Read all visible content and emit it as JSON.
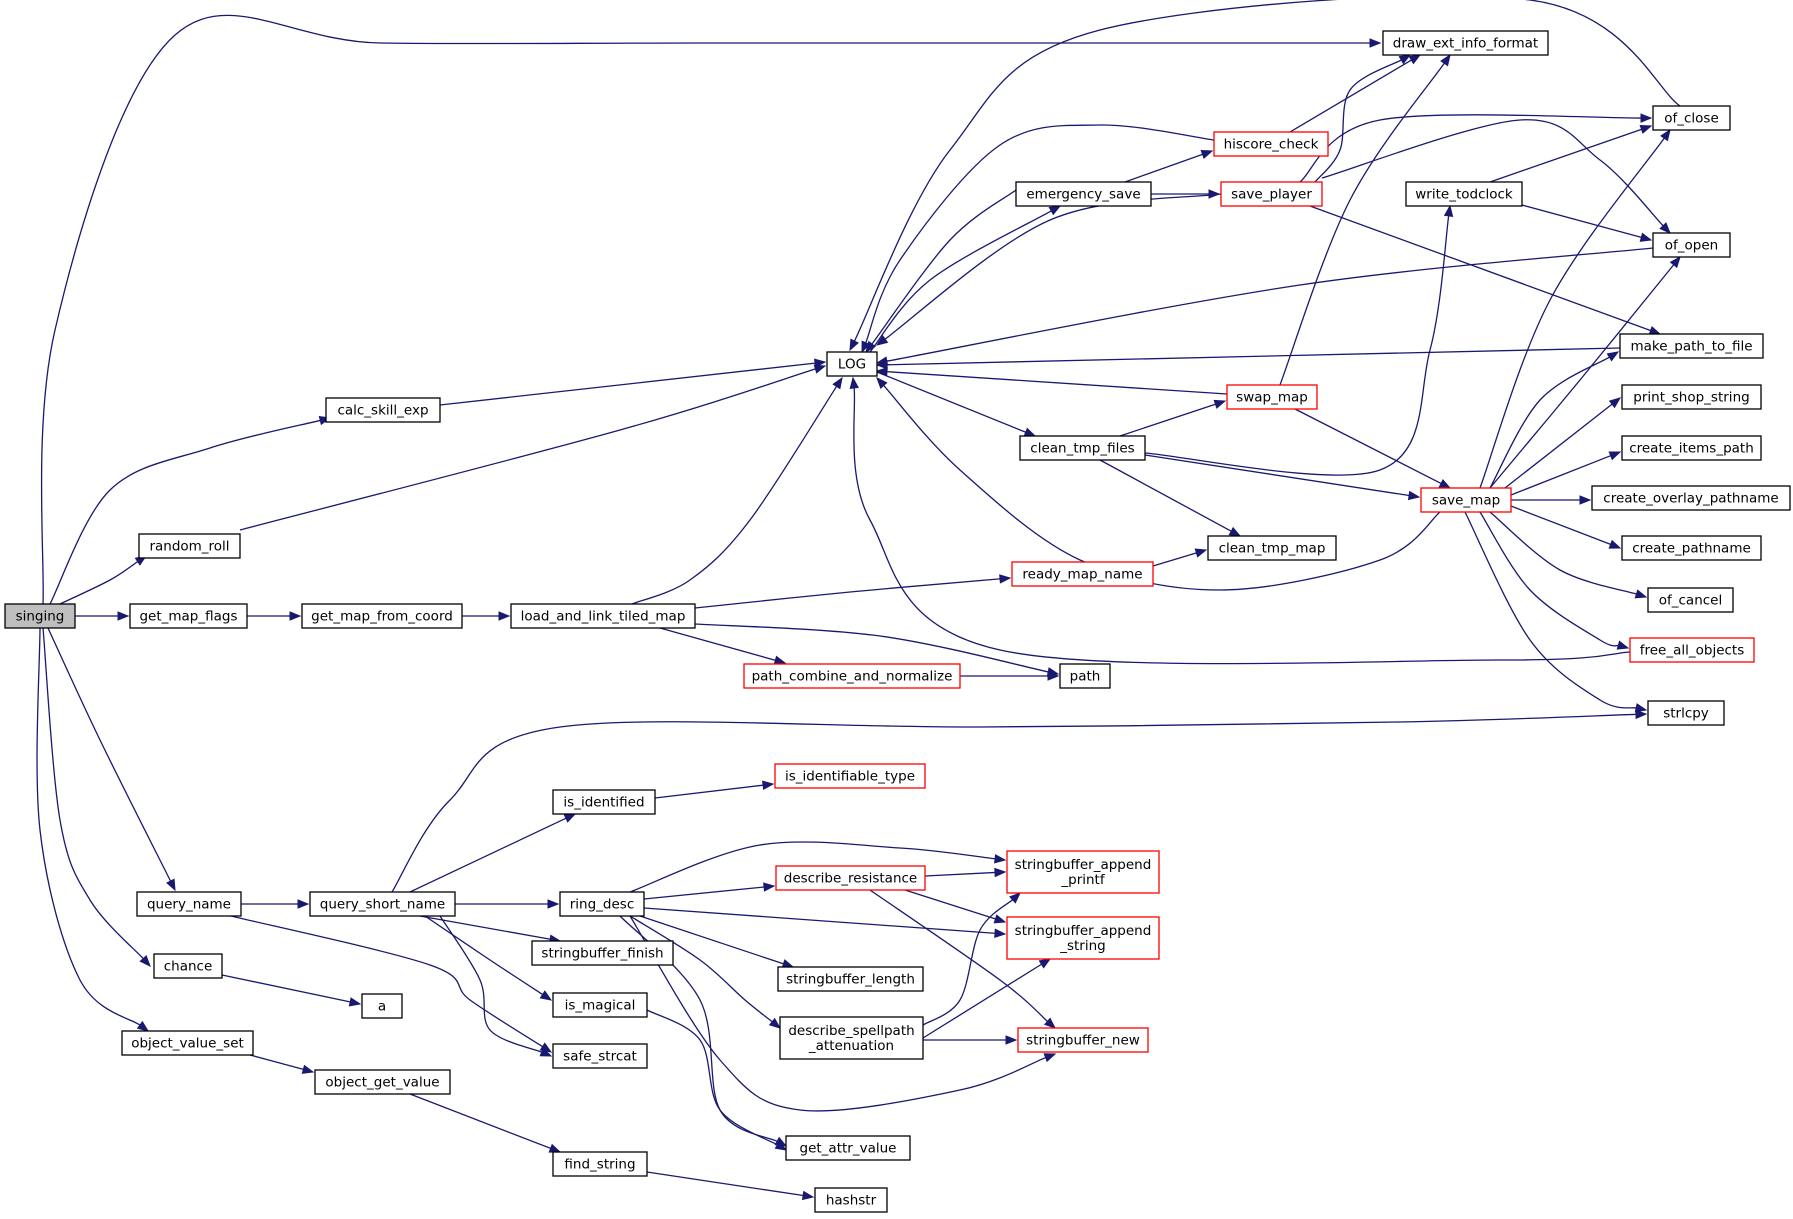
{
  "graph": {
    "colors": {
      "edge": "#191970",
      "node_border": "#000000",
      "highlight_border": "#ff0000",
      "root_fill": "#bfbfbf"
    },
    "nodes": [
      {
        "id": "singing",
        "label": [
          "singing"
        ],
        "style": "root"
      },
      {
        "id": "draw_ext_info_format",
        "label": [
          "draw_ext_info_format"
        ]
      },
      {
        "id": "calc_skill_exp",
        "label": [
          "calc_skill_exp"
        ]
      },
      {
        "id": "random_roll",
        "label": [
          "random_roll"
        ]
      },
      {
        "id": "get_map_flags",
        "label": [
          "get_map_flags"
        ]
      },
      {
        "id": "get_map_from_coord",
        "label": [
          "get_map_from_coord"
        ]
      },
      {
        "id": "load_and_link_tiled_map",
        "label": [
          "load_and_link_tiled_map"
        ]
      },
      {
        "id": "query_name",
        "label": [
          "query_name"
        ]
      },
      {
        "id": "chance",
        "label": [
          "chance"
        ]
      },
      {
        "id": "object_value_set",
        "label": [
          "object_value_set"
        ]
      },
      {
        "id": "object_get_value",
        "label": [
          "object_get_value"
        ]
      },
      {
        "id": "find_string",
        "label": [
          "find_string"
        ]
      },
      {
        "id": "hashstr",
        "label": [
          "hashstr"
        ]
      },
      {
        "id": "a",
        "label": [
          "a"
        ]
      },
      {
        "id": "query_short_name",
        "label": [
          "query_short_name"
        ]
      },
      {
        "id": "safe_strcat",
        "label": [
          "safe_strcat"
        ]
      },
      {
        "id": "is_identified",
        "label": [
          "is_identified"
        ]
      },
      {
        "id": "is_identifiable_type",
        "label": [
          "is_identifiable_type"
        ],
        "style": "red"
      },
      {
        "id": "ring_desc",
        "label": [
          "ring_desc"
        ]
      },
      {
        "id": "stringbuffer_finish",
        "label": [
          "stringbuffer_finish"
        ]
      },
      {
        "id": "is_magical",
        "label": [
          "is_magical"
        ]
      },
      {
        "id": "describe_resistance",
        "label": [
          "describe_resistance"
        ],
        "style": "red"
      },
      {
        "id": "stringbuffer_length",
        "label": [
          "stringbuffer_length"
        ]
      },
      {
        "id": "describe_spellpath_attenuation",
        "label": [
          "describe_spellpath",
          "_attenuation"
        ]
      },
      {
        "id": "get_attr_value",
        "label": [
          "get_attr_value"
        ]
      },
      {
        "id": "stringbuffer_append_printf",
        "label": [
          "stringbuffer_append",
          "_printf"
        ],
        "style": "red"
      },
      {
        "id": "stringbuffer_append_string",
        "label": [
          "stringbuffer_append",
          "_string"
        ],
        "style": "red"
      },
      {
        "id": "stringbuffer_new",
        "label": [
          "stringbuffer_new"
        ],
        "style": "red"
      },
      {
        "id": "LOG",
        "label": [
          "LOG"
        ]
      },
      {
        "id": "emergency_save",
        "label": [
          "emergency_save"
        ]
      },
      {
        "id": "hiscore_check",
        "label": [
          "hiscore_check"
        ],
        "style": "red"
      },
      {
        "id": "save_player",
        "label": [
          "save_player"
        ],
        "style": "red"
      },
      {
        "id": "clean_tmp_files",
        "label": [
          "clean_tmp_files"
        ]
      },
      {
        "id": "swap_map",
        "label": [
          "swap_map"
        ],
        "style": "red"
      },
      {
        "id": "clean_tmp_map",
        "label": [
          "clean_tmp_map"
        ]
      },
      {
        "id": "ready_map_name",
        "label": [
          "ready_map_name"
        ],
        "style": "red"
      },
      {
        "id": "path_combine_and_normalize",
        "label": [
          "path_combine_and_normalize"
        ],
        "style": "red"
      },
      {
        "id": "path",
        "label": [
          "path"
        ]
      },
      {
        "id": "write_todclock",
        "label": [
          "write_todclock"
        ]
      },
      {
        "id": "save_map",
        "label": [
          "save_map"
        ],
        "style": "red"
      },
      {
        "id": "of_close",
        "label": [
          "of_close"
        ]
      },
      {
        "id": "of_open",
        "label": [
          "of_open"
        ]
      },
      {
        "id": "make_path_to_file",
        "label": [
          "make_path_to_file"
        ]
      },
      {
        "id": "print_shop_string",
        "label": [
          "print_shop_string"
        ]
      },
      {
        "id": "create_items_path",
        "label": [
          "create_items_path"
        ]
      },
      {
        "id": "create_overlay_pathname",
        "label": [
          "create_overlay_pathname"
        ]
      },
      {
        "id": "create_pathname",
        "label": [
          "create_pathname"
        ]
      },
      {
        "id": "of_cancel",
        "label": [
          "of_cancel"
        ]
      },
      {
        "id": "free_all_objects",
        "label": [
          "free_all_objects"
        ],
        "style": "red"
      },
      {
        "id": "strlcpy",
        "label": [
          "strlcpy"
        ]
      }
    ],
    "edges": [
      [
        "singing",
        "draw_ext_info_format"
      ],
      [
        "singing",
        "calc_skill_exp"
      ],
      [
        "singing",
        "random_roll"
      ],
      [
        "singing",
        "get_map_flags"
      ],
      [
        "singing",
        "query_name"
      ],
      [
        "singing",
        "chance"
      ],
      [
        "singing",
        "object_value_set"
      ],
      [
        "calc_skill_exp",
        "LOG"
      ],
      [
        "random_roll",
        "LOG"
      ],
      [
        "get_map_flags",
        "get_map_from_coord"
      ],
      [
        "get_map_from_coord",
        "load_and_link_tiled_map"
      ],
      [
        "load_and_link_tiled_map",
        "LOG"
      ],
      [
        "load_and_link_tiled_map",
        "ready_map_name"
      ],
      [
        "load_and_link_tiled_map",
        "path_combine_and_normalize"
      ],
      [
        "load_and_link_tiled_map",
        "path"
      ],
      [
        "path_combine_and_normalize",
        "path"
      ],
      [
        "ready_map_name",
        "clean_tmp_map"
      ],
      [
        "query_name",
        "query_short_name"
      ],
      [
        "query_name",
        "safe_strcat"
      ],
      [
        "chance",
        "a"
      ],
      [
        "object_value_set",
        "object_get_value"
      ],
      [
        "object_get_value",
        "find_string"
      ],
      [
        "find_string",
        "hashstr"
      ],
      [
        "query_short_name",
        "strlcpy"
      ],
      [
        "query_short_name",
        "is_identified"
      ],
      [
        "query_short_name",
        "ring_desc"
      ],
      [
        "query_short_name",
        "stringbuffer_finish"
      ],
      [
        "query_short_name",
        "is_magical"
      ],
      [
        "query_short_name",
        "safe_strcat"
      ],
      [
        "is_identified",
        "is_identifiable_type"
      ],
      [
        "ring_desc",
        "describe_resistance"
      ],
      [
        "ring_desc",
        "stringbuffer_append_printf"
      ],
      [
        "ring_desc",
        "stringbuffer_append_string"
      ],
      [
        "ring_desc",
        "stringbuffer_length"
      ],
      [
        "ring_desc",
        "describe_spellpath_attenuation"
      ],
      [
        "ring_desc",
        "get_attr_value"
      ],
      [
        "ring_desc",
        "stringbuffer_new"
      ],
      [
        "is_magical",
        "get_attr_value"
      ],
      [
        "describe_resistance",
        "stringbuffer_append_printf"
      ],
      [
        "describe_resistance",
        "stringbuffer_append_string"
      ],
      [
        "describe_resistance",
        "stringbuffer_new"
      ],
      [
        "describe_spellpath_attenuation",
        "stringbuffer_append_printf"
      ],
      [
        "describe_spellpath_attenuation",
        "stringbuffer_append_string"
      ],
      [
        "describe_spellpath_attenuation",
        "stringbuffer_new"
      ],
      [
        "LOG",
        "emergency_save"
      ],
      [
        "LOG",
        "clean_tmp_files"
      ],
      [
        "emergency_save",
        "LOG"
      ],
      [
        "emergency_save",
        "hiscore_check"
      ],
      [
        "emergency_save",
        "save_player"
      ],
      [
        "hiscore_check",
        "LOG"
      ],
      [
        "hiscore_check",
        "draw_ext_info_format"
      ],
      [
        "save_player",
        "LOG"
      ],
      [
        "save_player",
        "draw_ext_info_format"
      ],
      [
        "save_player",
        "of_close"
      ],
      [
        "save_player",
        "of_open"
      ],
      [
        "save_player",
        "make_path_to_file"
      ],
      [
        "clean_tmp_files",
        "swap_map"
      ],
      [
        "clean_tmp_files",
        "write_todclock"
      ],
      [
        "clean_tmp_files",
        "save_map"
      ],
      [
        "clean_tmp_files",
        "clean_tmp_map"
      ],
      [
        "swap_map",
        "LOG"
      ],
      [
        "swap_map",
        "draw_ext_info_format"
      ],
      [
        "swap_map",
        "save_map"
      ],
      [
        "write_todclock",
        "of_close"
      ],
      [
        "write_todclock",
        "of_open"
      ],
      [
        "of_close",
        "LOG"
      ],
      [
        "of_open",
        "LOG"
      ],
      [
        "make_path_to_file",
        "LOG"
      ],
      [
        "free_all_objects",
        "LOG"
      ],
      [
        "save_map",
        "LOG"
      ],
      [
        "save_map",
        "of_close"
      ],
      [
        "save_map",
        "of_open"
      ],
      [
        "save_map",
        "make_path_to_file"
      ],
      [
        "save_map",
        "print_shop_string"
      ],
      [
        "save_map",
        "create_items_path"
      ],
      [
        "save_map",
        "create_overlay_pathname"
      ],
      [
        "save_map",
        "create_pathname"
      ],
      [
        "save_map",
        "of_cancel"
      ],
      [
        "save_map",
        "free_all_objects"
      ],
      [
        "save_map",
        "strlcpy"
      ]
    ]
  }
}
